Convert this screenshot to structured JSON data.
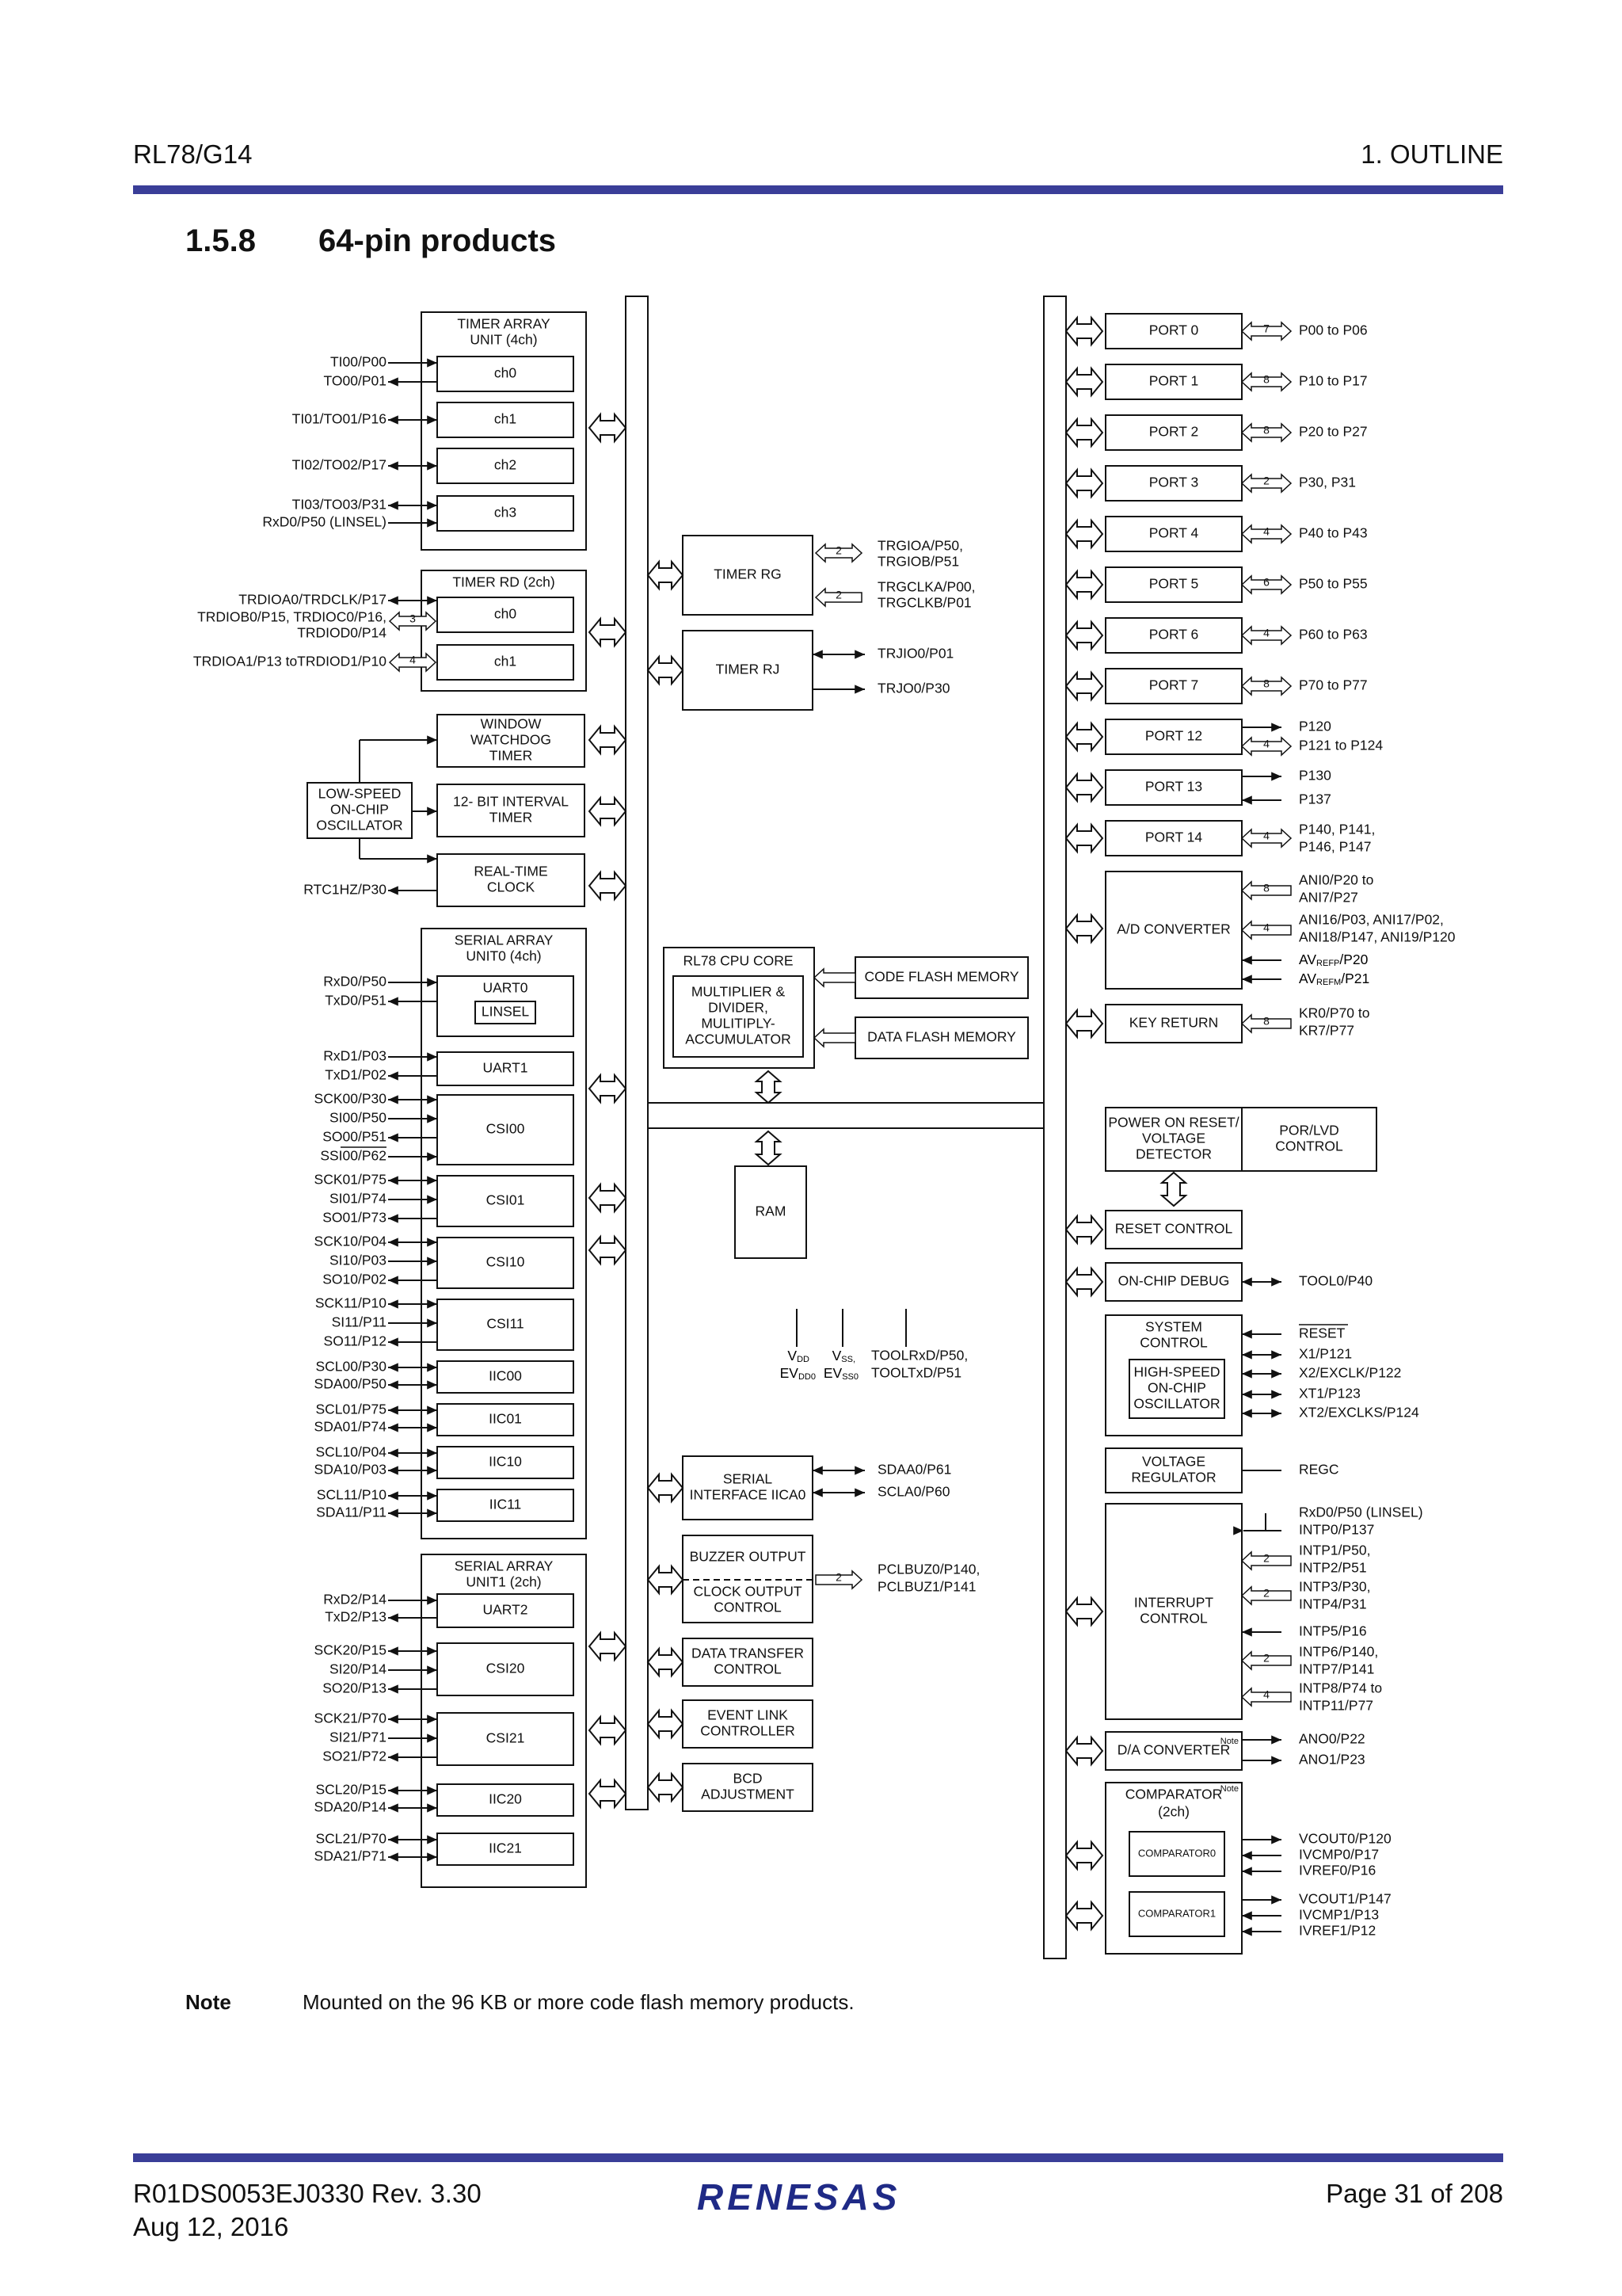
{
  "header": {
    "product": "RL78/G14",
    "chapter": "1. OUTLINE"
  },
  "section": {
    "number": "1.5.8",
    "title": "64-pin products"
  },
  "note": {
    "label": "Note",
    "text": "Mounted on the 96 KB or more code flash memory products."
  },
  "footer": {
    "doc": "R01DS0053EJ0330  Rev. 3.30",
    "date": "Aug 12, 2016",
    "page": "Page 31 of 208",
    "logo": "RENESAS"
  },
  "diagram": {
    "boxes": {
      "tau0_title": [
        "TIMER ARRAY",
        "UNIT (4ch)"
      ],
      "ch0": [
        "ch0"
      ],
      "ch1": [
        "ch1"
      ],
      "ch2": [
        "ch2"
      ],
      "ch3": [
        "ch3"
      ],
      "trd_title": [
        "TIMER RD (2ch)"
      ],
      "trd_ch0": [
        "ch0"
      ],
      "trd_ch1": [
        "ch1"
      ],
      "wdt": [
        "WINDOW",
        "WATCHDOG",
        "TIMER"
      ],
      "lsosc": [
        "LOW-SPEED",
        "ON-CHIP",
        "OSCILLATOR"
      ],
      "it": [
        "12- BIT INTERVAL",
        "TIMER"
      ],
      "rtc": [
        "REAL-TIME",
        "CLOCK"
      ],
      "sau0_title": [
        "SERIAL ARRAY",
        "UNIT0 (4ch)"
      ],
      "uart0": [
        "UART0"
      ],
      "linsel": [
        "LINSEL"
      ],
      "uart1": [
        "UART1"
      ],
      "csi00": [
        "CSI00"
      ],
      "csi01": [
        "CSI01"
      ],
      "csi10": [
        "CSI10"
      ],
      "csi11": [
        "CSI11"
      ],
      "iic00": [
        "IIC00"
      ],
      "iic01": [
        "IIC01"
      ],
      "iic10": [
        "IIC10"
      ],
      "iic11": [
        "IIC11"
      ],
      "sau1_title": [
        "SERIAL ARRAY",
        "UNIT1 (2ch)"
      ],
      "uart2": [
        "UART2"
      ],
      "csi20": [
        "CSI20"
      ],
      "csi21": [
        "CSI21"
      ],
      "iic20": [
        "IIC20"
      ],
      "iic21": [
        "IIC21"
      ],
      "timer_rg": [
        "TIMER RG"
      ],
      "timer_rj": [
        "TIMER RJ"
      ],
      "cpu_title": [
        "RL78 CPU CORE"
      ],
      "mdiv": [
        "MULTIPLIER &",
        "DIVIDER,",
        "MULITIPLY-",
        "ACCUMULATOR"
      ],
      "cfm": [
        "CODE FLASH MEMORY"
      ],
      "dfm": [
        "DATA FLASH MEMORY"
      ],
      "ram": [
        "RAM"
      ],
      "iica": [
        "SERIAL",
        "INTERFACE IICA0"
      ],
      "buzzer": [
        "BUZZER OUTPUT"
      ],
      "clkout": [
        "CLOCK OUTPUT",
        "CONTROL"
      ],
      "dtc": [
        "DATA TRANSFER",
        "CONTROL"
      ],
      "elc": [
        "EVENT LINK",
        "CONTROLLER"
      ],
      "bcd": [
        "BCD",
        "ADJUSTMENT"
      ],
      "port0": [
        "PORT 0"
      ],
      "port1": [
        "PORT 1"
      ],
      "port2": [
        "PORT 2"
      ],
      "port3": [
        "PORT 3"
      ],
      "port4": [
        "PORT 4"
      ],
      "port5": [
        "PORT 5"
      ],
      "port6": [
        "PORT 6"
      ],
      "port7": [
        "PORT 7"
      ],
      "port12": [
        "PORT 12"
      ],
      "port13": [
        "PORT 13"
      ],
      "port14": [
        "PORT 14"
      ],
      "adc": [
        "A/D CONVERTER"
      ],
      "keyret": [
        "KEY RETURN"
      ],
      "por": [
        "POWER ON RESET/",
        "VOLTAGE",
        "DETECTOR"
      ],
      "porlvd": [
        "POR/LVD",
        "CONTROL"
      ],
      "reset": [
        "RESET CONTROL"
      ],
      "ocd": [
        "ON-CHIP DEBUG"
      ],
      "sysctl": [
        "SYSTEM",
        "CONTROL"
      ],
      "hsosc": [
        "HIGH-SPEED",
        "ON-CHIP",
        "OSCILLATOR"
      ],
      "vreg": [
        "VOLTAGE",
        "REGULATOR"
      ],
      "intc": [
        "INTERRUPT",
        "CONTROL"
      ],
      "dac": [
        "D/A CONVERTER"
      ],
      "comp_title": [
        "COMPARATOR",
        "(2ch)"
      ],
      "comp0": [
        "COMPARATOR0"
      ],
      "comp1": [
        "COMPARATOR1"
      ]
    },
    "note_mark": "Note",
    "left_pins": {
      "tau_ch0": [
        "TI00/P00",
        "TO00/P01"
      ],
      "tau_ch1": [
        "TI01/TO01/P16"
      ],
      "tau_ch2": [
        "TI02/TO02/P17"
      ],
      "tau_ch3": [
        "TI03/TO03/P31",
        "RxD0/P50 (LINSEL)"
      ],
      "trd_ch0": [
        "TRDIOA0/TRDCLK/P17",
        "TRDIOB0/P15, TRDIOC0/P16,",
        "TRDIOD0/P14"
      ],
      "trd_ch1": [
        "TRDIOA1/P13 toTRDIOD1/P10"
      ],
      "rtc": [
        "RTC1HZ/P30"
      ],
      "uart0": [
        "RxD0/P50",
        "TxD0/P51"
      ],
      "uart1": [
        "RxD1/P03",
        "TxD1/P02"
      ],
      "csi00": [
        "SCK00/P30",
        "SI00/P50",
        "SO00/P51",
        "SSI00/P62"
      ],
      "csi01": [
        "SCK01/P75",
        "SI01/P74",
        "SO01/P73"
      ],
      "csi10": [
        "SCK10/P04",
        "SI10/P03",
        "SO10/P02"
      ],
      "csi11": [
        "SCK11/P10",
        "SI11/P11",
        "SO11/P12"
      ],
      "iic00": [
        "SCL00/P30",
        "SDA00/P50"
      ],
      "iic01": [
        "SCL01/P75",
        "SDA01/P74"
      ],
      "iic10": [
        "SCL10/P04",
        "SDA10/P03"
      ],
      "iic11": [
        "SCL11/P10",
        "SDA11/P11"
      ],
      "uart2": [
        "RxD2/P14",
        "TxD2/P13"
      ],
      "csi20": [
        "SCK20/P15",
        "SI20/P14",
        "SO20/P13"
      ],
      "csi21": [
        "SCK21/P70",
        "SI21/P71",
        "SO21/P72"
      ],
      "iic20": [
        "SCL20/P15",
        "SDA20/P14"
      ],
      "iic21": [
        "SCL21/P70",
        "SDA21/P71"
      ]
    },
    "bus_widths": {
      "trd_ch0": "3",
      "trd_ch1": "4",
      "rg_a": "2",
      "rg_b": "2",
      "buzzer": "2",
      "port0": "7",
      "port1": "8",
      "port2": "8",
      "port3": "2",
      "port4": "4",
      "port5": "6",
      "port6": "4",
      "port7": "8",
      "port12": "4",
      "port14": "4",
      "adc_a": "8",
      "adc_b": "4",
      "keyret": "8",
      "intp_a": "2",
      "intp_b": "2",
      "intp_c": "2",
      "intp_d": "4"
    },
    "mid_pins": {
      "rg": [
        "TRGIOA/P50,",
        "TRGIOB/P51",
        "TRGCLKA/P00,",
        "TRGCLKB/P01"
      ],
      "rj": [
        "TRJIO0/P01",
        "TRJO0/P30"
      ],
      "iica": [
        "SDAA0/P61",
        "SCLA0/P60"
      ],
      "buzzer": [
        "PCLBUZ0/P140,",
        "PCLBUZ1/P141"
      ],
      "power": {
        "vdd": "V",
        "vdd_sub": "DD",
        "evdd": "EV",
        "evdd_sub": "DD0",
        "vss": "V",
        "vss_sub": "SS",
        "evss": "EV",
        "evss_sub": "SS0",
        "tool1": "TOOLRxD/P50,",
        "tool2": "TOOLTxD/P51"
      }
    },
    "right_pins": {
      "port0": [
        "P00 to P06"
      ],
      "port1": [
        "P10 to P17"
      ],
      "port2": [
        "P20 to P27"
      ],
      "port3": [
        "P30, P31"
      ],
      "port4": [
        "P40 to P43"
      ],
      "port5": [
        "P50 to P55"
      ],
      "port6": [
        "P60 to P63"
      ],
      "port7": [
        "P70 to P77"
      ],
      "port12": [
        "P120",
        "P121 to P124"
      ],
      "port13": [
        "P130",
        "P137"
      ],
      "port14": [
        "P140, P141,",
        "P146, P147"
      ],
      "adc": [
        "ANI0/P20 to",
        "ANI7/P27",
        "ANI16/P03, ANI17/P02,",
        "ANI18/P147, ANI19/P120"
      ],
      "avref": {
        "avp": "AV",
        "avp_sub": "REFP",
        "avp_pin": "/P20",
        "avm": "AV",
        "avm_sub": "REFM",
        "avm_pin": "/P21"
      },
      "keyret": [
        "KR0/P70 to",
        "KR7/P77"
      ],
      "ocd": [
        "TOOL0/P40"
      ],
      "sys": [
        "RESET",
        "X1/P121",
        "X2/EXCLK/P122",
        "XT1/P123",
        "XT2/EXCLKS/P124"
      ],
      "vreg": [
        "REGC"
      ],
      "intp": [
        "RxD0/P50 (LINSEL)",
        "INTP0/P137",
        "INTP1/P50,",
        "INTP2/P51",
        "INTP3/P30,",
        "INTP4/P31",
        "INTP5/P16",
        "INTP6/P140,",
        "INTP7/P141",
        "INTP8/P74 to",
        "INTP11/P77"
      ],
      "dac": [
        "ANO0/P22",
        "ANO1/P23"
      ],
      "comp0": [
        "VCOUT0/P120",
        "IVCMP0/P17",
        "IVREF0/P16"
      ],
      "comp1": [
        "VCOUT1/P147",
        "IVCMP1/P13",
        "IVREF1/P12"
      ]
    }
  }
}
